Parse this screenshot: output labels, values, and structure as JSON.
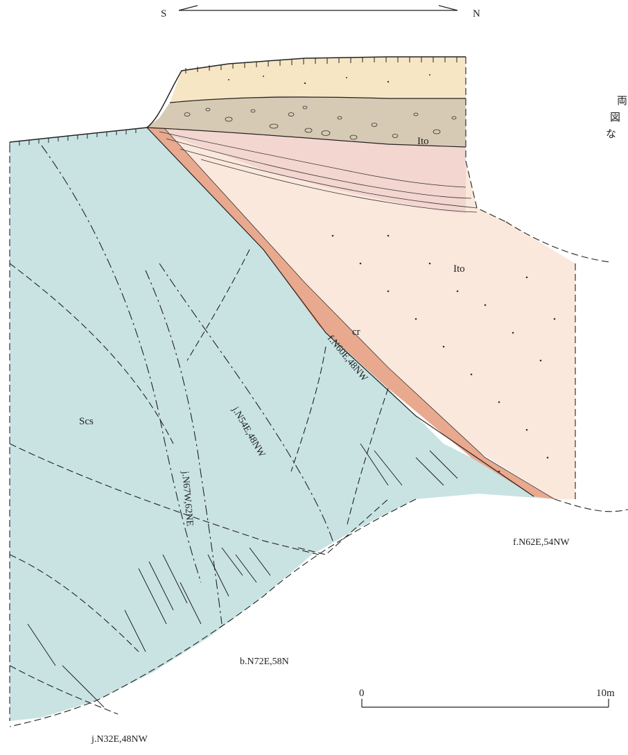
{
  "direction": {
    "left": "S",
    "right": "N"
  },
  "units": {
    "lto_upper": "Ito",
    "lto_lower": "Ito",
    "cr": "cr",
    "scs": "Scs"
  },
  "structures": {
    "fault_upper": "f.N60E,48NW",
    "fault_lower": "f.N62E,54NW",
    "joint_1": "j.N54E,48NW",
    "joint_2": "j.N67W,62NE",
    "joint_3": "j.N32E,48NW",
    "bedding": "b.N72E,58N"
  },
  "scale": {
    "zero": "0",
    "max": "10m"
  },
  "side_text": [
    "両",
    "図",
    "な"
  ],
  "colors": {
    "schist": "#c9e3e3",
    "breccia": "#e9a98e",
    "gravel_tan": "#d6cab4",
    "sand_yellow": "#f6e6c4",
    "pink_layers": "#f3d6d0",
    "sand_lower": "#fbe8dc"
  }
}
